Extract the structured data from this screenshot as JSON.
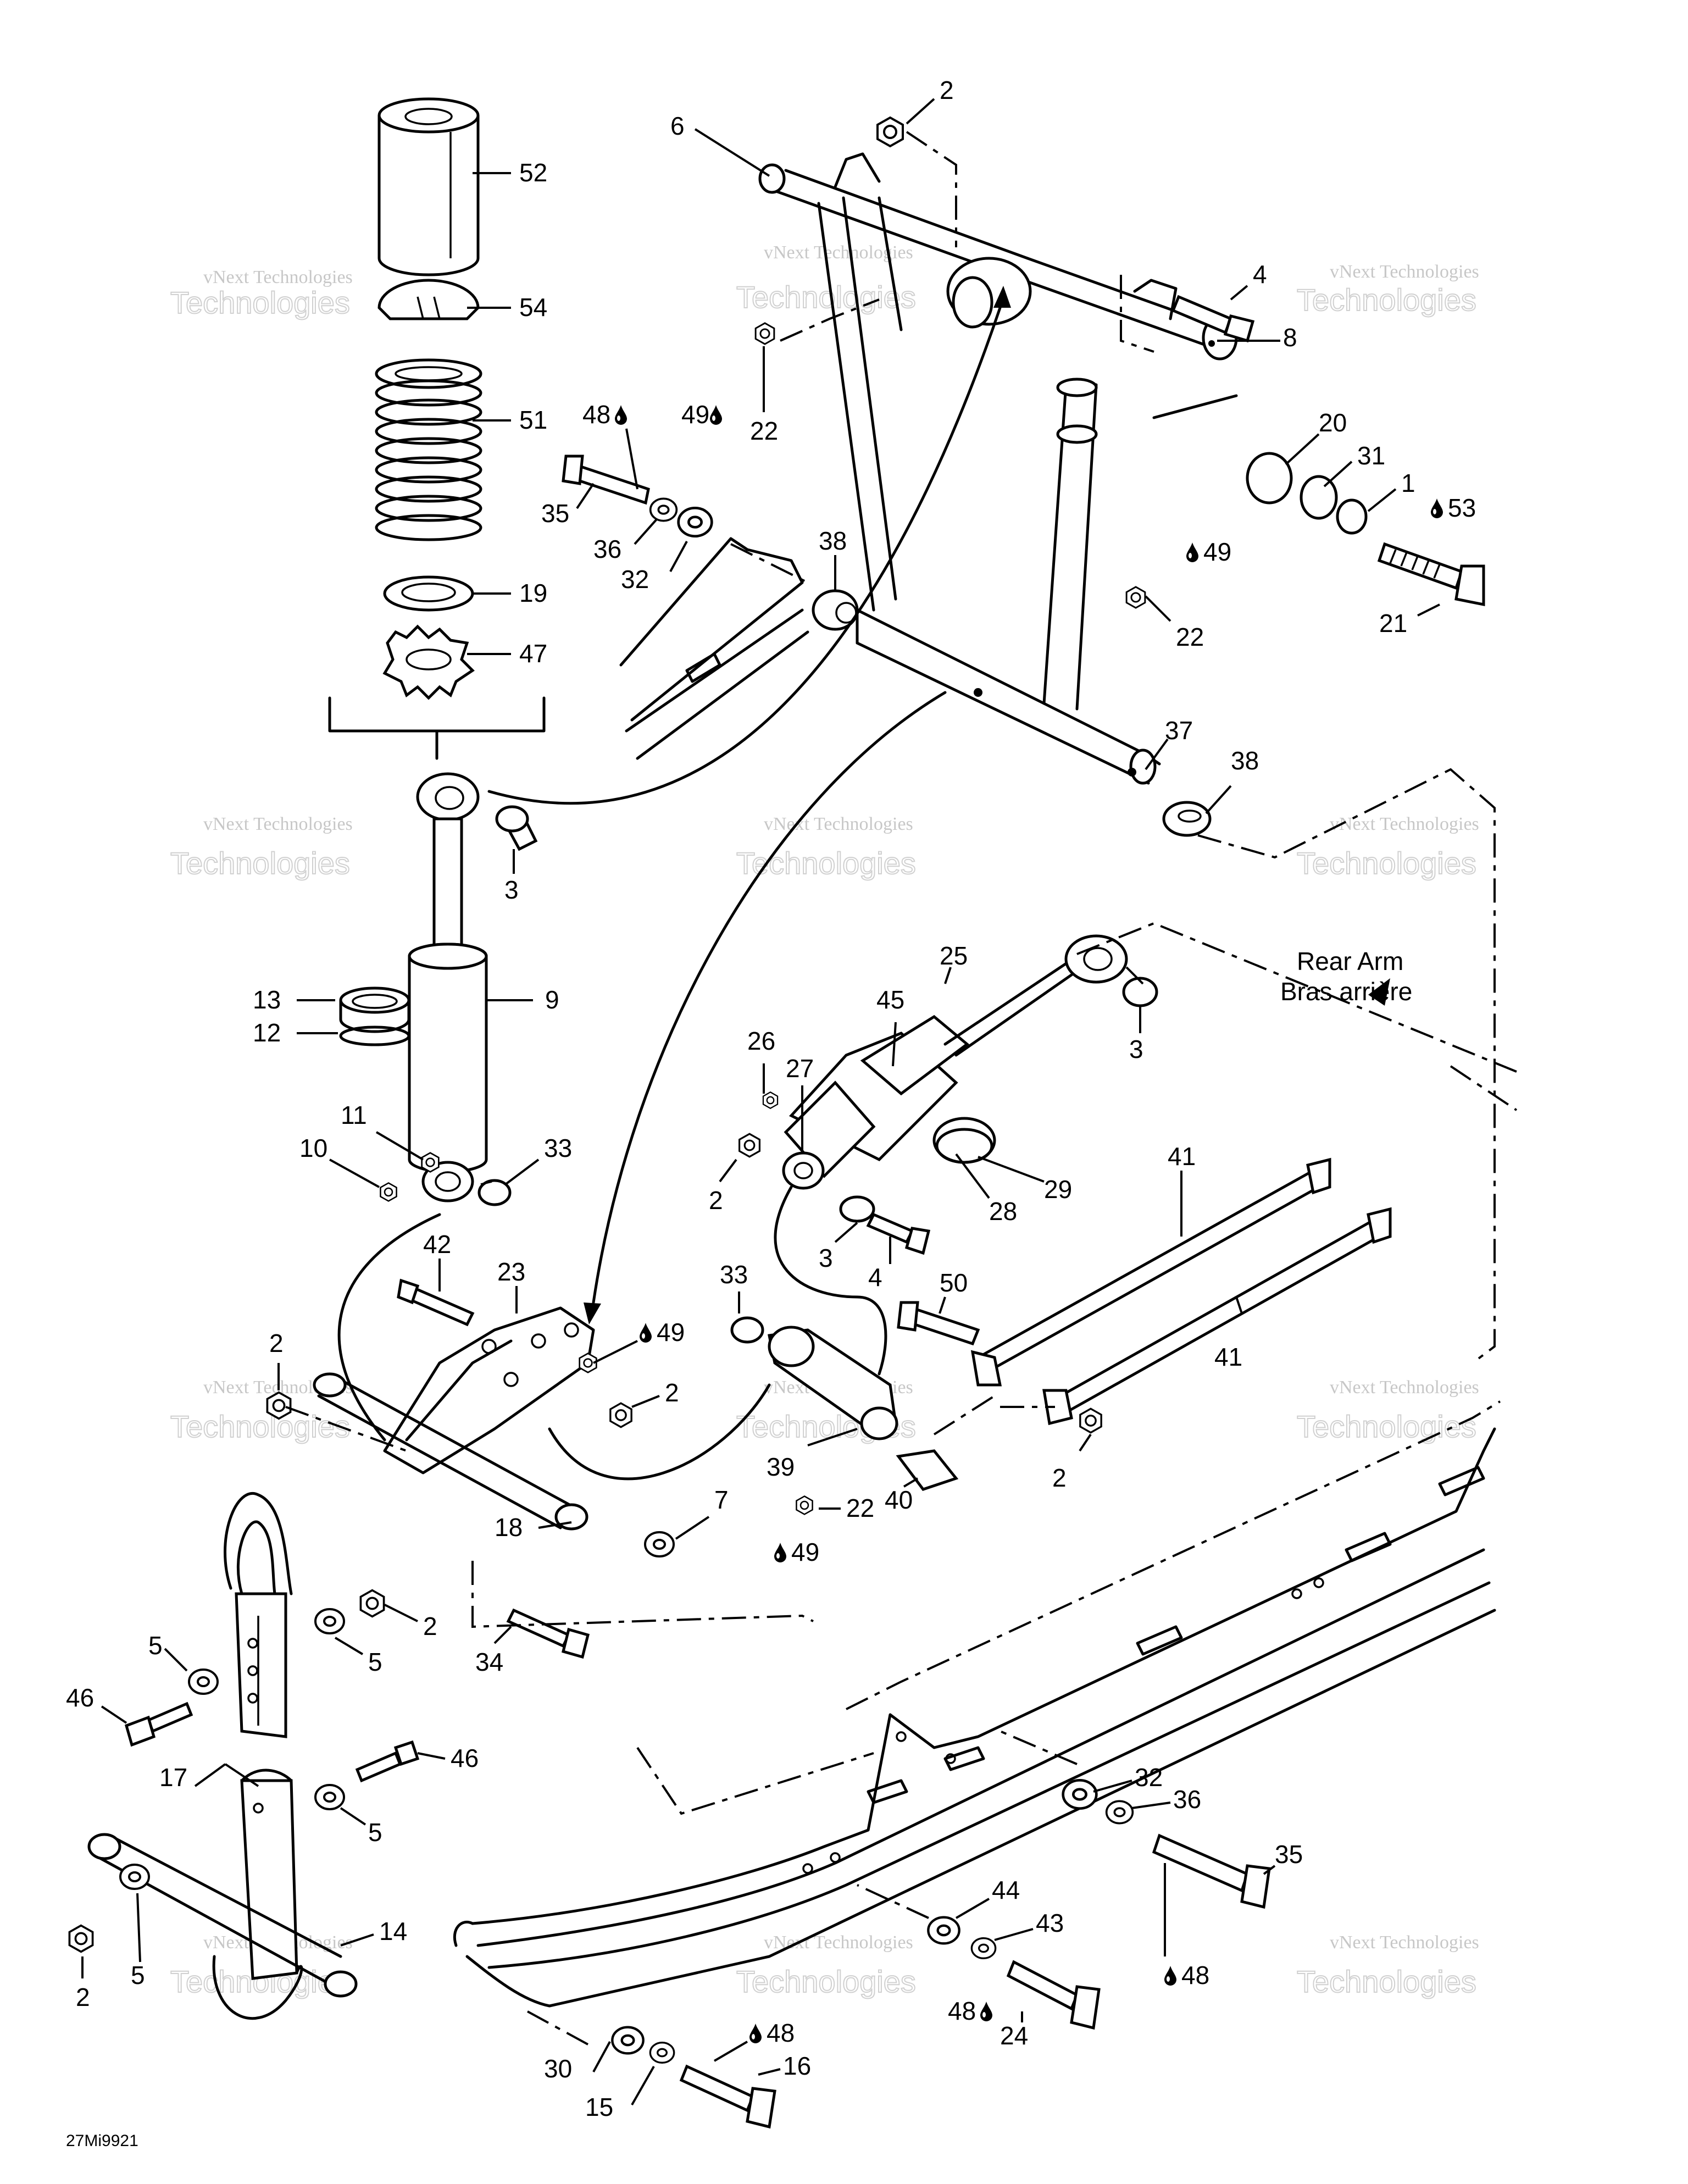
{
  "drawing_code": "27Mi9921",
  "annotation": {
    "line1": "Rear Arm",
    "line2": "Bras arrière"
  },
  "watermark": {
    "line1": "vNext Technologies",
    "line2": "Technologies"
  },
  "callouts": {
    "c1": "1",
    "c2": "2",
    "c3": "3",
    "c4": "4",
    "c5": "5",
    "c6": "6",
    "c7": "7",
    "c8": "8",
    "c9": "9",
    "c10": "10",
    "c11": "11",
    "c12": "12",
    "c13": "13",
    "c14": "14",
    "c15": "15",
    "c16": "16",
    "c17": "17",
    "c18": "18",
    "c19": "19",
    "c20": "20",
    "c21": "21",
    "c22": "22",
    "c23": "23",
    "c24": "24",
    "c25": "25",
    "c26": "26",
    "c27": "27",
    "c28": "28",
    "c29": "29",
    "c30": "30",
    "c31": "31",
    "c32": "32",
    "c33": "33",
    "c34": "34",
    "c35": "35",
    "c36": "36",
    "c37": "37",
    "c38": "38",
    "c39": "39",
    "c40": "40",
    "c41": "41",
    "c42": "42",
    "c43": "43",
    "c44": "44",
    "c45": "45",
    "c46": "46",
    "c47": "47",
    "c48": "48",
    "c49": "49",
    "c50": "50",
    "c51": "51",
    "c52": "52",
    "c53": "53",
    "c54": "54"
  },
  "icons": {
    "lubricant": "oil-drop-icon"
  }
}
